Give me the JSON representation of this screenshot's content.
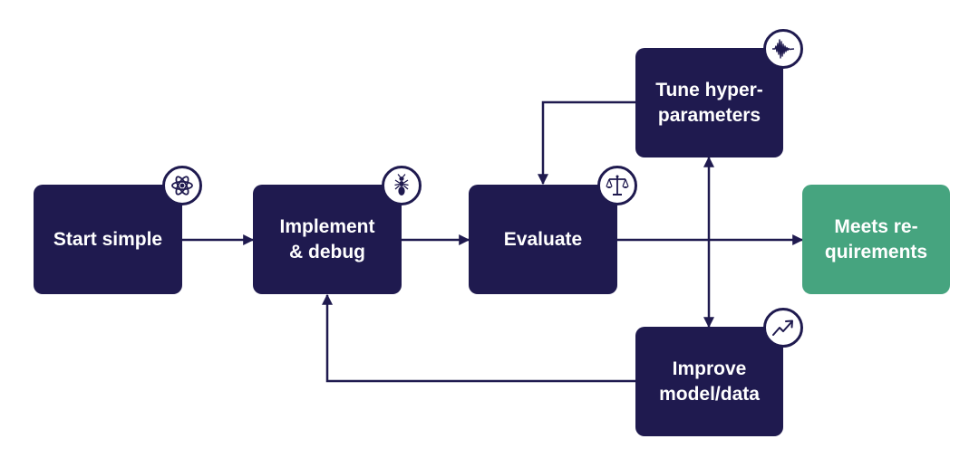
{
  "colors": {
    "node_fill": "#1f1a4f",
    "final_fill": "#46a47f",
    "edge": "#1f1a4f",
    "text": "#ffffff",
    "background": "#ffffff"
  },
  "nodes": {
    "start_simple": {
      "label": "Start simple",
      "icon": "atom-icon"
    },
    "implement_debug": {
      "label": "Implement\n& debug",
      "icon": "ant-bug-icon"
    },
    "evaluate": {
      "label": "Evaluate",
      "icon": "balance-scale-icon"
    },
    "tune_hyperparameters": {
      "label": "Tune hyper-\nparameters",
      "icon": "waveform-icon"
    },
    "improve_model_data": {
      "label": "Improve\nmodel/data",
      "icon": "trend-line-icon"
    },
    "meets_requirements": {
      "label": "Meets re-\nquirements"
    }
  },
  "edges": [
    {
      "from": "start_simple",
      "to": "implement_debug"
    },
    {
      "from": "implement_debug",
      "to": "evaluate"
    },
    {
      "from": "evaluate",
      "to": "meets_requirements"
    },
    {
      "from": "tune_hyperparameters",
      "to": "evaluate"
    },
    {
      "from": "evaluate",
      "to": "tune_hyperparameters"
    },
    {
      "from": "evaluate",
      "to": "improve_model_data"
    },
    {
      "from": "improve_model_data",
      "to": "implement_debug"
    }
  ]
}
